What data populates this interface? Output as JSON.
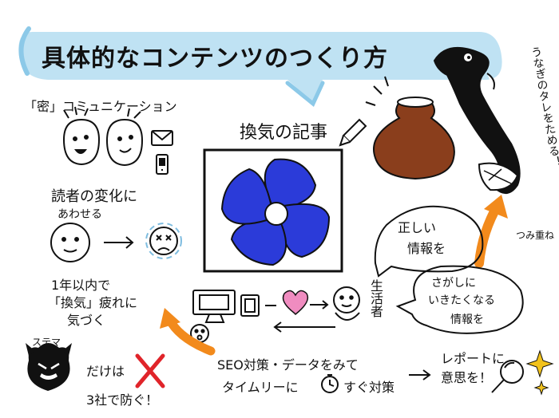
{
  "title": "具体的なコンテンツのつくり方",
  "colors": {
    "title_bubble": "#a9d8ef",
    "fan_blue": "#2b3bd9",
    "arrow_orange": "#f28a1c",
    "heart_pink": "#f08cc0",
    "jar_brown": "#8a3e1c",
    "x_red": "#e0242a",
    "ink": "#111111"
  },
  "communication": {
    "label": "「密」コミュニケーション"
  },
  "ventilation_article": {
    "label": "換気の記事"
  },
  "reader_change": {
    "line1": "読者の変化に",
    "line2": "あわせる"
  },
  "within_year": {
    "line1": "1年以内で",
    "line2": "「換気」疲れに",
    "line3": "気づく"
  },
  "consumer": {
    "label": "生活者"
  },
  "correct_info": {
    "line1": "正しい",
    "line2": "情報を"
  },
  "seek_info": {
    "line1": "さがしに",
    "line2": "いきたくなる",
    "line3": "情報を"
  },
  "accumulate": {
    "label": "つみ重ね"
  },
  "eel": {
    "label": "うなぎのタレをためる！"
  },
  "stealth": {
    "label": "ステマ",
    "line1": "だけは",
    "line2": "3社で防ぐ！"
  },
  "seo": {
    "line1": "SEO対策・データをみて",
    "line2_a": "タイムリーに",
    "line2_b": "すぐ対策"
  },
  "report": {
    "line1": "レポートに",
    "line2": "意思を！"
  }
}
